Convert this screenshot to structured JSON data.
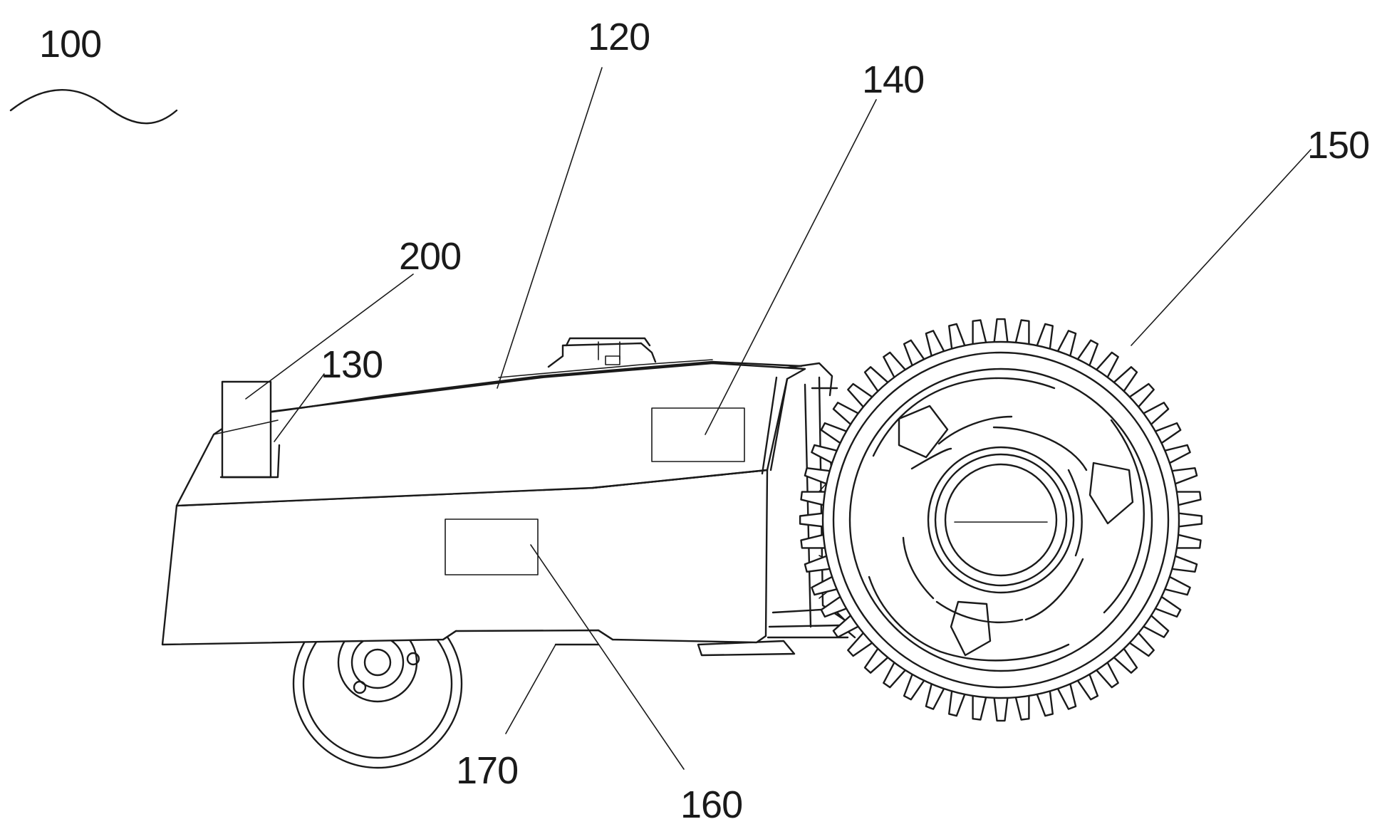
{
  "figure": {
    "labels": {
      "assembly": "100",
      "housing": "120",
      "sensor_front": "130",
      "sensor_top": "140",
      "drive_wheel": "150",
      "sensor_side": "160",
      "cutter": "170",
      "module": "200"
    }
  },
  "colors": {
    "line": "#1a1a1a",
    "background": "#ffffff"
  }
}
